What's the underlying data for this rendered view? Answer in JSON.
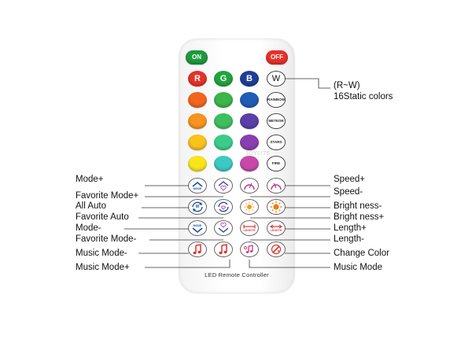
{
  "remote": {
    "on_label": "ON",
    "off_label": "OFF",
    "r_label": "R",
    "g_label": "G",
    "b_label": "B",
    "w_label": "W",
    "rainbow_label": "RAINBOW",
    "meteor_label": "METEOR",
    "stars_label": "STARS",
    "fire_label": "FIRE",
    "mode_label": "MODE",
    "mode_minus_label": "MODE",
    "auto_label": "M",
    "length_label": "LENGTH",
    "length_plus_label": "LENGTH",
    "footer": "LED Remote Controller",
    "watermark": "JOYLITE",
    "colors": {
      "on": "#1e9a3c",
      "off": "#e8312a",
      "red_col": [
        "#e4332b",
        "#f2651c",
        "#f7931e",
        "#fbc21a",
        "#f8e61b"
      ],
      "green_col": [
        "#22a33e",
        "#3cb54a",
        "#3ebf5d",
        "#3ccc8a",
        "#3cc9c3"
      ],
      "blue_col": [
        "#1e3f99",
        "#1f5cb8",
        "#5a3fa8",
        "#8a3fb0",
        "#c74aa8"
      ]
    }
  },
  "labels": {
    "rgbw": "(R~W)",
    "static": "16Static colors",
    "mode_plus": "Mode+",
    "favorite_mode_plus": "Favorite Mode+",
    "all_auto": "All Auto",
    "favorite_auto": "Favorite Auto",
    "mode_minus": "Mode-",
    "favorite_mode_minus": "Favorite Mode-",
    "music_mode_minus": "Music Mode-",
    "music_mode_plus": "Music Mode+",
    "speed_plus": "Speed+",
    "speed_minus": "Speed-",
    "brightness_minus": "Bright ness-",
    "brightness_plus": "Bright ness+",
    "length_plus": "Length+",
    "length_minus": "Length-",
    "change_color": "Change Color",
    "music_mode": "Music Mode"
  }
}
